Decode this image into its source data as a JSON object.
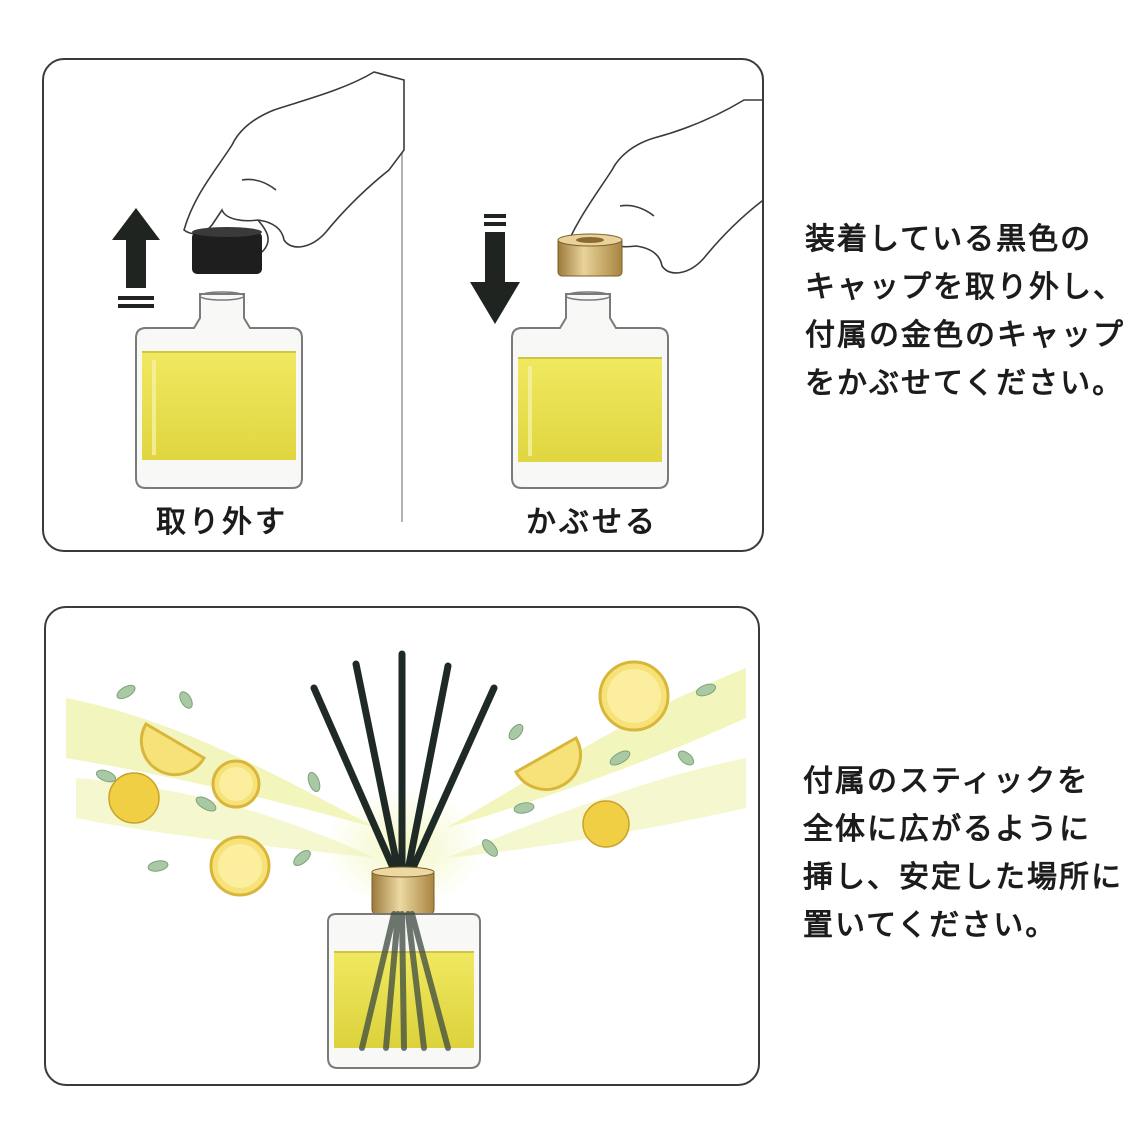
{
  "step1": {
    "remove_label": "取り外す",
    "cover_label": "かぶせる",
    "instruction_lines": [
      "装着している黒色の",
      "キャップを取り外し、",
      "付属の金色のキャップ",
      "をかぶせてください。"
    ]
  },
  "step2": {
    "instruction_lines": [
      "付属のスティックを",
      "全体に広がるように",
      "挿し、安定した場所に",
      "置いてください。"
    ]
  },
  "colors": {
    "liquid": "#e6de4a",
    "black_cap": "#1e1e1e",
    "gold_cap": "#c9a960",
    "arrow": "#1f2421",
    "reed": "#1f2a26",
    "leaf": "#9bbf9a",
    "citrus": "#f2d24e"
  }
}
